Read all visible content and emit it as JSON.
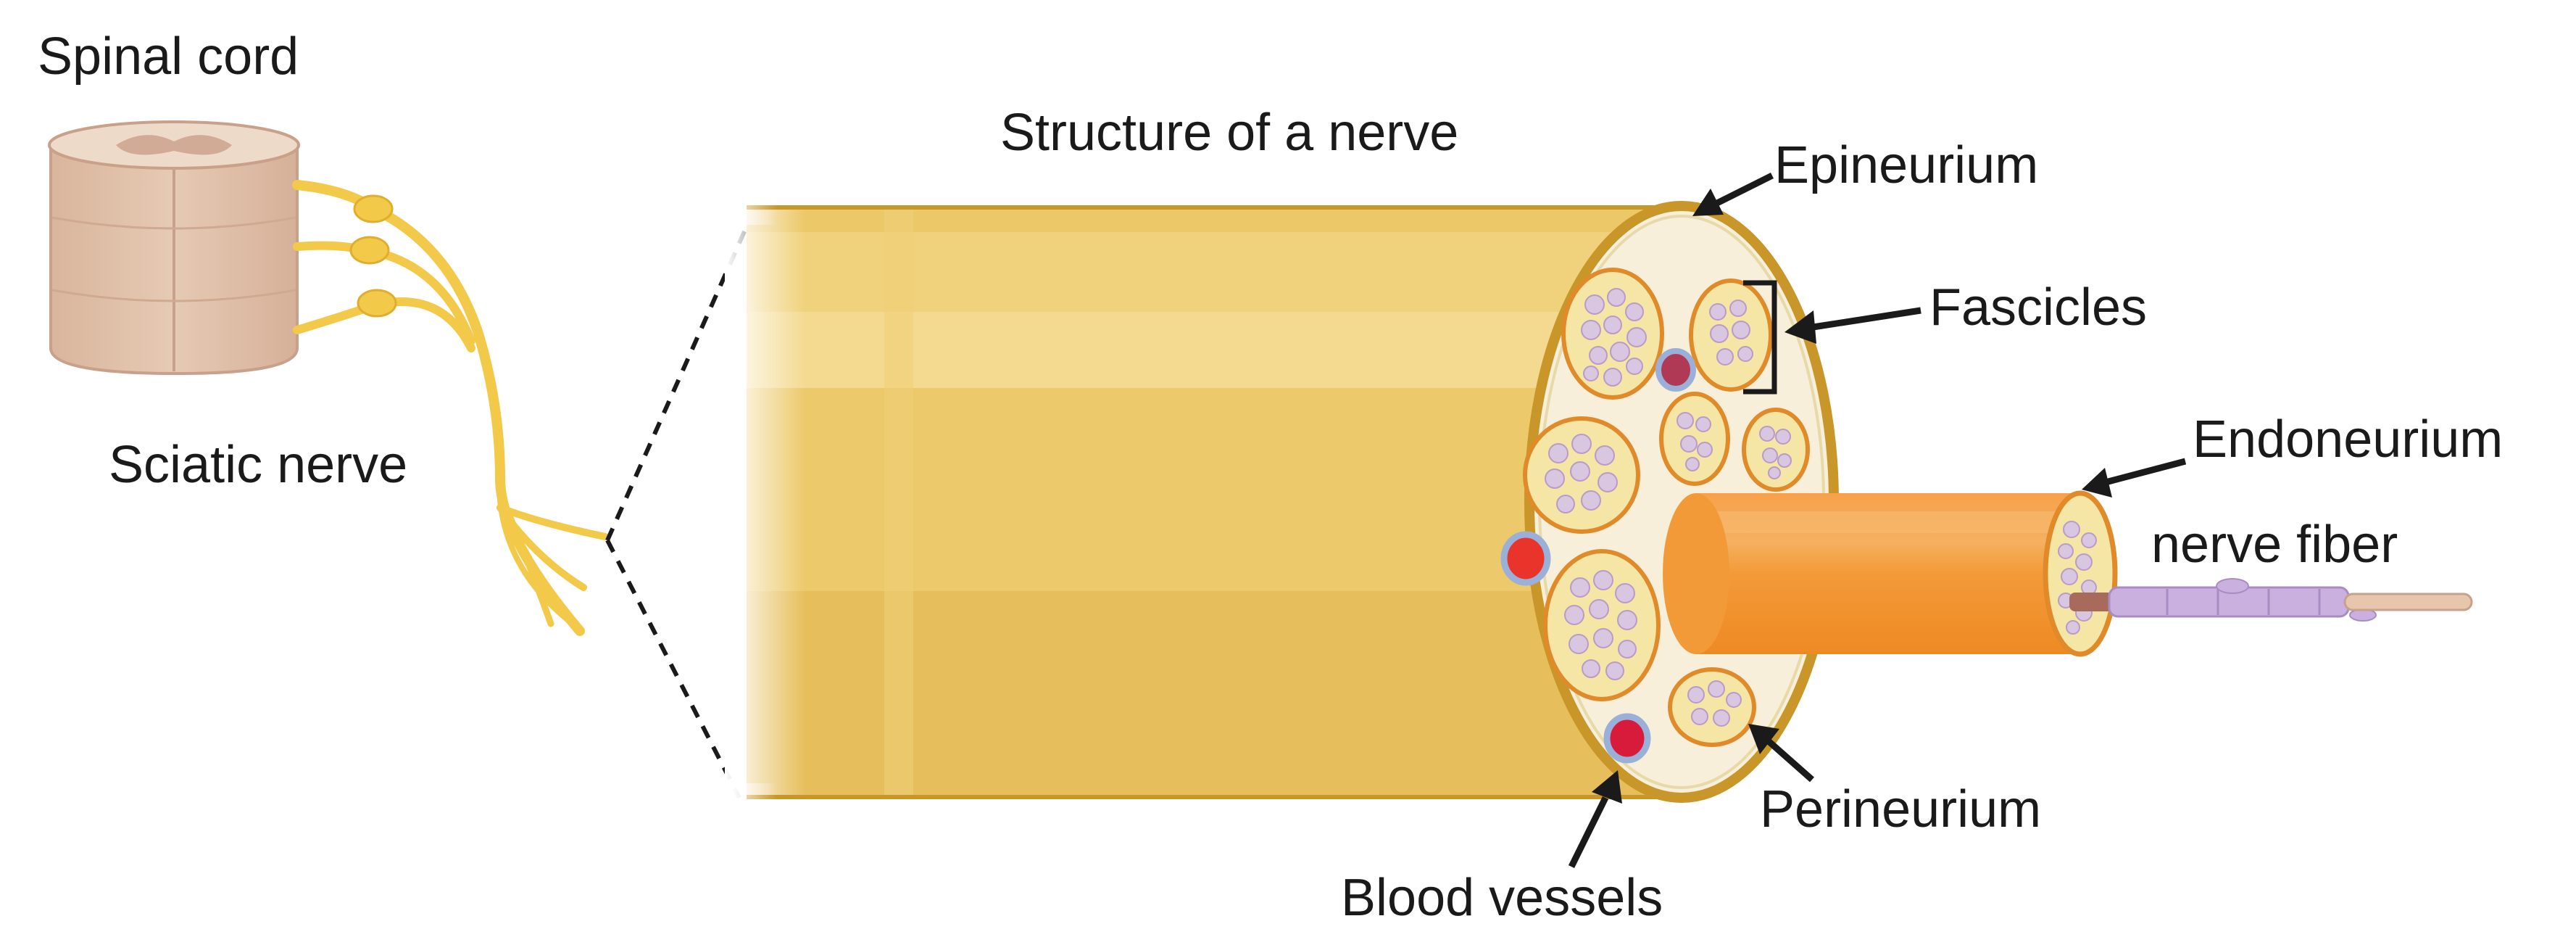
{
  "labels": {
    "spinal_cord": "Spinal cord",
    "sciatic_nerve": "Sciatic nerve",
    "title": "Structure of a nerve",
    "epineurium": "Epineurium",
    "fascicles": "Fascicles",
    "endoneurium": "Endoneurium",
    "nerve_fiber": "nerve fiber",
    "perineurium": "Perineurium",
    "blood_vessels": "Blood vessels"
  },
  "colors": {
    "nerve_body": "#ebc868",
    "nerve_outline": "#c9962a",
    "cross_section": "#f7efd9",
    "fascicle_fill": "#f5e6a6",
    "fascicle_outline": "#e08a2a",
    "axon": "#d9c6e0",
    "endoneurium_tube": "#f39c38",
    "fiber_myelin": "#c9b0de",
    "fiber_core": "#a86a5a",
    "spinal_cord": "#dfc1aa",
    "sciatic": "#f3c94a",
    "vessel_red": "#e8342a",
    "vessel_crimson": "#d81b3a",
    "vessel_dark": "#b03a55",
    "vessel_ring": "#9bb0d8"
  }
}
